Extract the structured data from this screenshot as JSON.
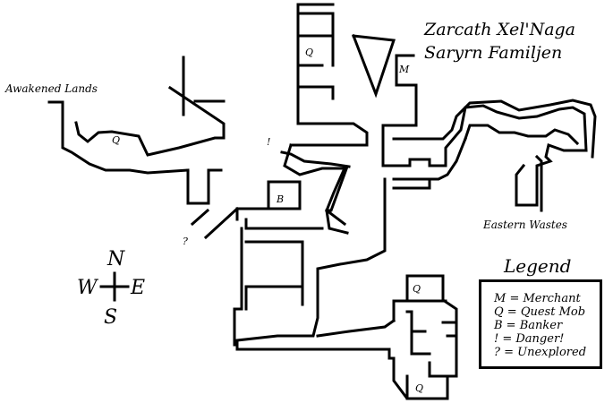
{
  "title": {
    "line1": "Zarcath Xel'Naga",
    "line2": "Saryrn Familjen"
  },
  "regions": {
    "west": "Awakened Lands",
    "east": "Eastern Wastes"
  },
  "compass": {
    "north": "N",
    "south": "S",
    "east": "E",
    "west": "W"
  },
  "markers": {
    "q": "Q",
    "m": "M",
    "b": "B",
    "danger": "!",
    "unexplored": "?"
  },
  "legend": {
    "title": "Legend",
    "items": [
      "M = Merchant",
      "Q = Quest Mob",
      "B = Banker",
      "! = Danger!",
      "? = Unexplored"
    ]
  }
}
